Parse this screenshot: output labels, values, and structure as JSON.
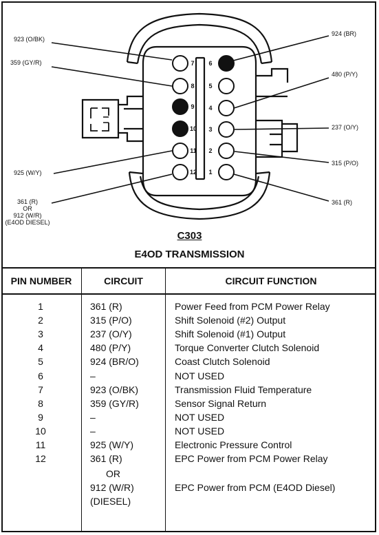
{
  "diagram": {
    "connector_id": "C303",
    "subtitle": "E4OD TRANSMISSION",
    "left_labels": {
      "wire_923": "923 (O/BK)",
      "wire_359": "359 (GY/R)",
      "wire_925": "925 (W/Y)",
      "wire_361_alt": [
        "361 (R)",
        "OR",
        "912 (W/R)",
        "(E4OD DIESEL)"
      ]
    },
    "right_labels": {
      "wire_924": "924 (BR)",
      "wire_480": "480 (P/Y)",
      "wire_237": "237 (O/Y)",
      "wire_315": "315 (P/O)",
      "wire_361": "361 (R)"
    },
    "pin_numbers": [
      "7",
      "8",
      "9",
      "10",
      "11",
      "12",
      "6",
      "5",
      "4",
      "3",
      "2",
      "1"
    ],
    "filled_pins": [
      "6",
      "9",
      "10"
    ]
  },
  "table": {
    "headers": {
      "pin": "PIN NUMBER",
      "circuit": "CIRCUIT",
      "function": "CIRCUIT FUNCTION"
    },
    "rows": [
      {
        "pin": "1",
        "circuit": "361 (R)",
        "function": "Power Feed from PCM Power  Relay"
      },
      {
        "pin": "2",
        "circuit": "315 (P/O)",
        "function": "Shift Solenoid (#2) Output"
      },
      {
        "pin": "3",
        "circuit": "237 (O/Y)",
        "function": "Shift Solenoid (#1) Output"
      },
      {
        "pin": "4",
        "circuit": "480 (P/Y)",
        "function": "Torque Converter Clutch Solenoid"
      },
      {
        "pin": "5",
        "circuit": "924 (BR/O)",
        "function": "Coast Clutch Solenoid"
      },
      {
        "pin": "6",
        "circuit": "–",
        "function": "NOT USED"
      },
      {
        "pin": "7",
        "circuit": "923 (O/BK)",
        "function": "Transmission Fluid Temperature"
      },
      {
        "pin": "8",
        "circuit": "359 (GY/R)",
        "function": "Sensor Signal Return"
      },
      {
        "pin": "9",
        "circuit": "–",
        "function": "NOT USED"
      },
      {
        "pin": "10",
        "circuit": "–",
        "function": "NOT USED"
      },
      {
        "pin": "11",
        "circuit": "925 (W/Y)",
        "function": "Electronic Pressure  Control"
      },
      {
        "pin": "12",
        "circuit": "361  (R)",
        "function": "EPC Power from PCM Power Relay"
      }
    ],
    "row12_extra": {
      "or_text": "OR",
      "alt_circuit": "912 (W/R)",
      "alt_note": "(DIESEL)",
      "alt_function": "EPC Power from PCM (E4OD Diesel)"
    }
  }
}
